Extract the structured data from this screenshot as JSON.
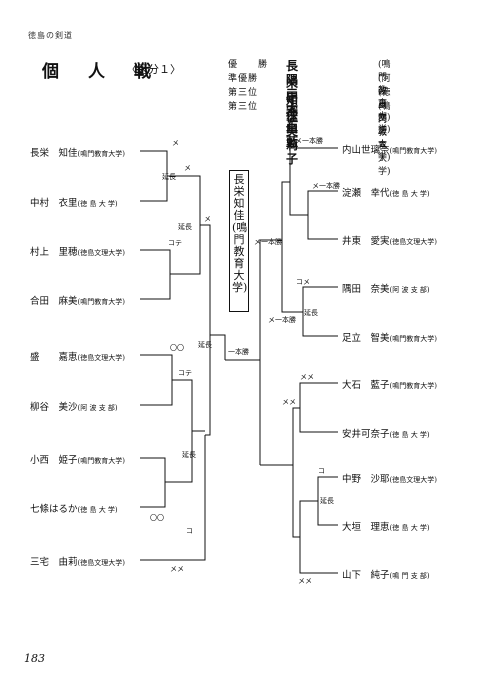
{
  "header": {
    "running_title": "徳島の剣道",
    "page_number": "183"
  },
  "title": "個　人　戦",
  "division": "〈区分１〉",
  "results": [
    {
      "rank": "優　　勝",
      "name": "長栄知佳",
      "school": "(鳴門教育大学)"
    },
    {
      "rank": "準優勝",
      "name": "隅田奈美",
      "school": "(阿波支部)"
    },
    {
      "rank": "第三位",
      "name": "三宅由莉",
      "school": "(徳島文理大学)"
    },
    {
      "rank": "第三位",
      "name": "大石藍子",
      "school": "(鳴門教育大学)"
    }
  ],
  "champion": {
    "name": "長栄知佳",
    "school": "(鳴門教育大学)"
  },
  "left_players": [
    {
      "name": "長栄　知佳",
      "school": "(鳴門教育大学)"
    },
    {
      "name": "中村　衣里",
      "school": "(徳 島 大 学)"
    },
    {
      "name": "村上　里穂",
      "school": "(徳島文理大学)"
    },
    {
      "name": "合田　麻美",
      "school": "(鳴門教育大学)"
    },
    {
      "name": "盛　　嘉恵",
      "school": "(徳島文理大学)"
    },
    {
      "name": "柳谷　美沙",
      "school": "(阿 波 支 部)"
    },
    {
      "name": "小西　姫子",
      "school": "(鳴門教育大学)"
    },
    {
      "name": "七條はるか",
      "school": "(徳 島 大 学)"
    },
    {
      "name": "三宅　由莉",
      "school": "(徳島文理大学)"
    }
  ],
  "right_players": [
    {
      "name": "内山世璃奈",
      "school": "(鳴門教育大学)"
    },
    {
      "name": "淀瀬　幸代",
      "school": "(徳 島 大 学)"
    },
    {
      "name": "井東　愛実",
      "school": "(徳島文理大学)"
    },
    {
      "name": "隅田　奈美",
      "school": "(阿 波 支 部)"
    },
    {
      "name": "足立　智美",
      "school": "(鳴門教育大学)"
    },
    {
      "name": "大石　藍子",
      "school": "(鳴門教育大学)"
    },
    {
      "name": "安井可奈子",
      "school": "(徳 島 大 学)"
    },
    {
      "name": "中野　沙耶",
      "school": "(徳島文理大学)"
    },
    {
      "name": "大垣　理恵",
      "school": "(徳 島 大 学)"
    },
    {
      "name": "山下　純子",
      "school": "(鳴 門 支 部)"
    }
  ],
  "marks": {
    "m1": "メ",
    "m2": "メ",
    "m3": "延長",
    "m4": "延長",
    "m5": "メ",
    "m6": "コテ",
    "m7": "延長",
    "m8": "〇〇",
    "m9": "コテ",
    "m10": "〇〇",
    "m11": "延長",
    "m12": "メメ",
    "m13": "コ",
    "m14": "一本勝",
    "r1": "メ一本勝",
    "r2": "メ一本勝",
    "r3": "メ一本勝",
    "r4": "コメ",
    "r5": "延長",
    "r6": "メ一本勝",
    "r7": "メメ",
    "r8": "メメ",
    "r9": "コ",
    "r10": "延長",
    "r11": "メメ"
  }
}
